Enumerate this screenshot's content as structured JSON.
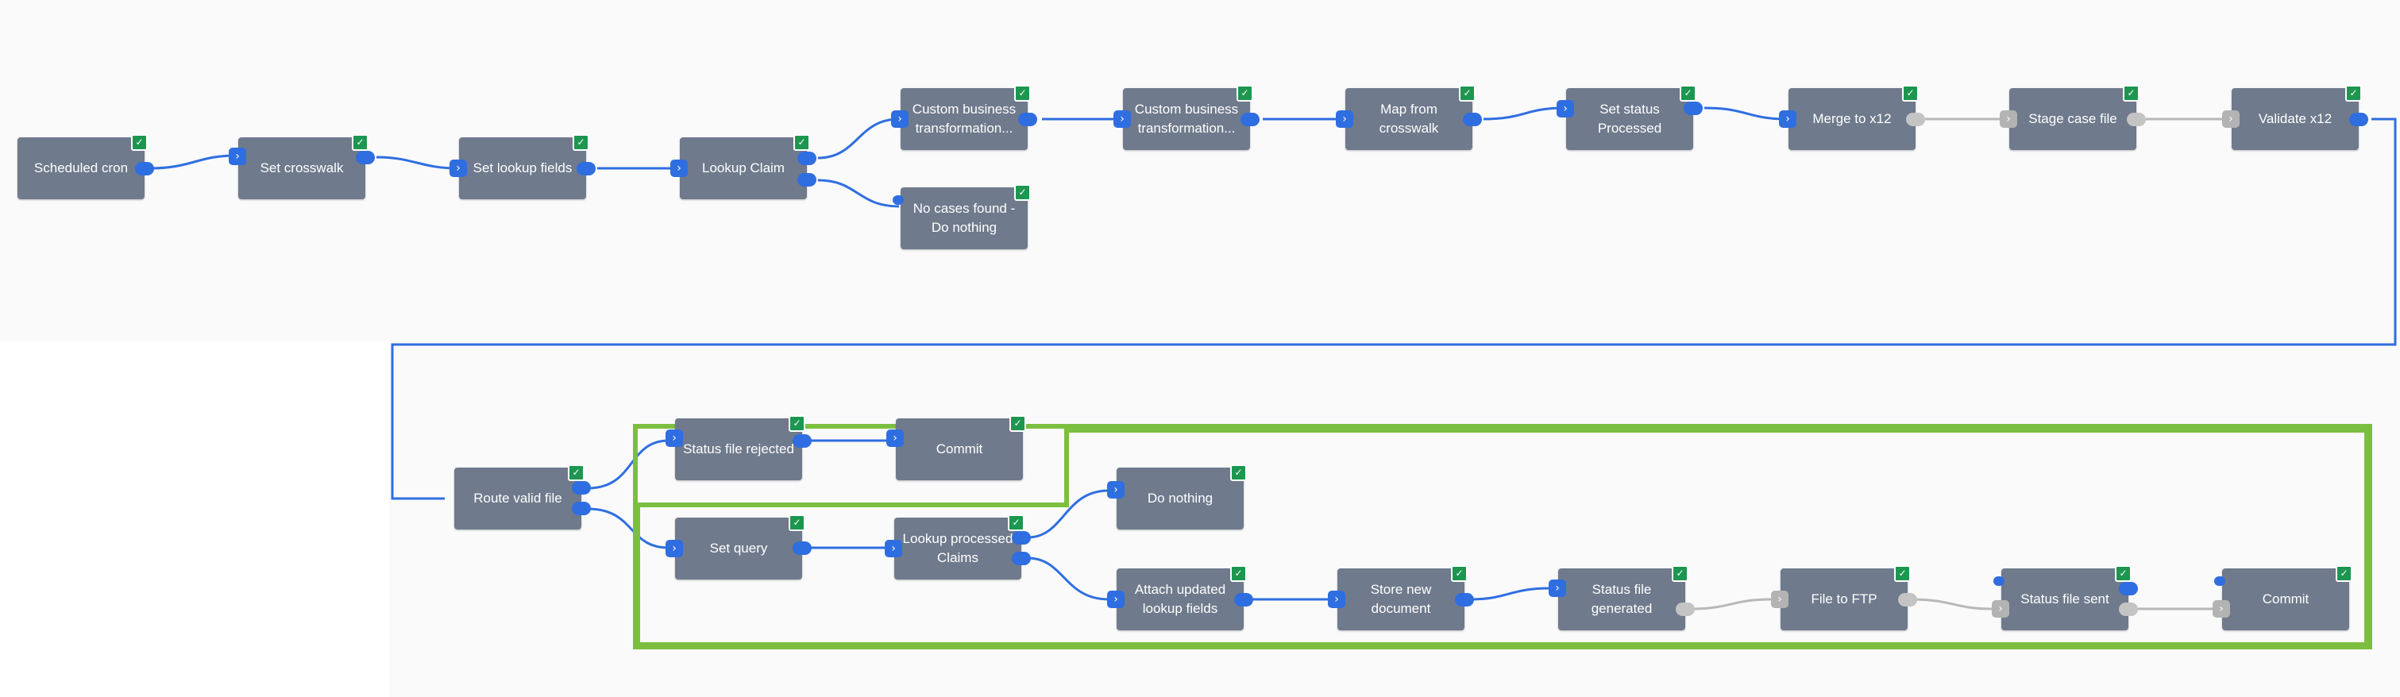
{
  "colors": {
    "node_bg": "#6f7a8c",
    "active_wire": "#2f6ee0",
    "inactive_wire": "#b8b8b8",
    "success_check": "#1d9650",
    "highlight_box": "#7cbf3f"
  },
  "nodes": {
    "scheduled_cron": "Scheduled cron",
    "set_crosswalk": "Set crosswalk",
    "set_lookup_fields": "Set lookup fields",
    "lookup_claim": "Lookup Claim",
    "custom_business_1": "Custom business transformation...",
    "no_cases_found": "No cases found - Do nothing",
    "custom_business_2": "Custom business transformation...",
    "map_from_crosswalk": "Map from crosswalk",
    "set_status_processed": "Set status Processed",
    "merge_to_x12": "Merge to x12",
    "stage_case_file": "Stage case file",
    "validate_x12": "Validate x12",
    "route_valid_file": "Route valid file",
    "status_file_rejected": "Status file rejected",
    "commit_1": "Commit",
    "set_query": "Set query",
    "lookup_processed_claims": "Lookup processed Claims",
    "do_nothing": "Do nothing",
    "attach_updated_lookup_fields": "Attach updated lookup fields",
    "store_new_document": "Store new document",
    "status_file_generated": "Status file generated",
    "file_to_ftp": "File to FTP",
    "status_file_sent": "Status file sent",
    "commit_2": "Commit"
  },
  "icons": {
    "status_check": "✓",
    "input_chevron": "›"
  }
}
